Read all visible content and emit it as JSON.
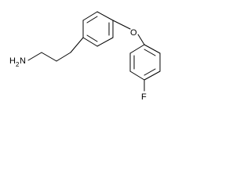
{
  "molecule": {
    "atoms": {
      "amine": {
        "symbol": "N",
        "hydrogens": "H",
        "hydrogen_count": "2"
      },
      "ether_oxygen": {
        "symbol": "O"
      },
      "fluorine": {
        "symbol": "F"
      }
    }
  }
}
